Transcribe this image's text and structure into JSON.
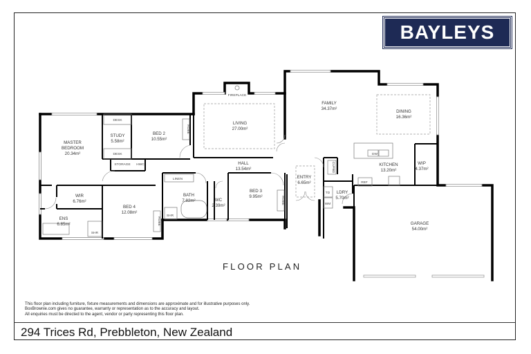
{
  "brand": {
    "logo_text": "BAYLEYS",
    "color": "#1e2a55"
  },
  "plan_title": "FLOOR PLAN",
  "address": "294 Trices Rd, Prebbleton, New Zealand",
  "disclaimer": [
    "This floor plan including furniture, fixture measurements and dimensions are approximate and for illustrative purposes only.",
    "BoxBrownie.com gives no guarantee, warranty or representation as to the accuracy and layout.",
    "All enquiries must be directed to the agent, vendor or party representing this floor plan."
  ],
  "rooms": {
    "master": {
      "name1": "MASTER",
      "name2": "BEDROOM",
      "area": "20.34m²"
    },
    "study": {
      "name": "STUDY",
      "area": "5.58m²"
    },
    "bed2": {
      "name": "BED 2",
      "area": "10.55m²"
    },
    "living": {
      "name": "LIVING",
      "area": "27.00m²"
    },
    "family": {
      "name": "FAMILY",
      "area": "34.37m²"
    },
    "dining": {
      "name": "DINING",
      "area": "16.36m²"
    },
    "kitchen": {
      "name": "KITCHEN",
      "area": "13.20m²"
    },
    "wip": {
      "name": "WIP",
      "area": "4.37m²"
    },
    "hall": {
      "name": "HALL",
      "area": "13.54m²"
    },
    "wir": {
      "name": "WIR",
      "area": "6.76m²"
    },
    "ens": {
      "name": "ENS",
      "area": "6.85m²"
    },
    "bed4": {
      "name": "BED 4",
      "area": "12.08m²"
    },
    "bath": {
      "name": "BATH",
      "area": "7.82m²"
    },
    "wc": {
      "name": "WC",
      "area": "2.39m²"
    },
    "bed3": {
      "name": "BED 3",
      "area": "9.95m²"
    },
    "entry": {
      "name": "ENTRY",
      "area": "6.65m²"
    },
    "ldry": {
      "name": "LDRY",
      "area": "5.70m²"
    },
    "garage": {
      "name": "GARAGE",
      "area": "54.00m²"
    }
  },
  "fixtures": {
    "desk_top": "DESK",
    "desk_bottom": "DESK",
    "storage": "STORAGE",
    "hwc": "HWC",
    "linen": "LINEN",
    "fireplace": "FIREPLACE",
    "robe": "ROBE",
    "cupbd": "CUPBD",
    "shr": "SHR",
    "dw": "DW",
    "ref": "REF",
    "tdr": "TD",
    "wm": "WM"
  }
}
